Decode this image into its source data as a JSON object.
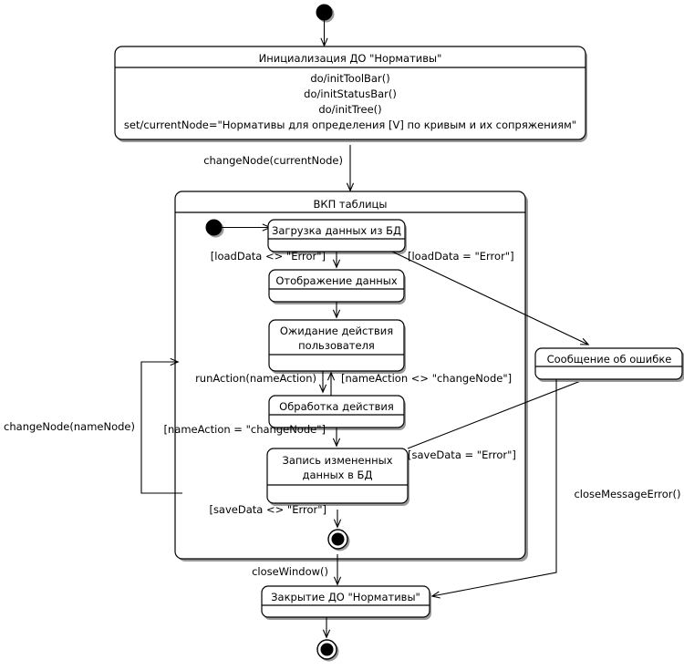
{
  "diagram": {
    "title": "UML State Machine Diagram",
    "type": "state-machine",
    "language": "ru",
    "colors": {
      "line": "#000000",
      "fill": "#ffffff",
      "shadow": "#9a9a9a",
      "background": "#ffffff"
    }
  },
  "states": {
    "init_start": {
      "kind": "initial-node",
      "label": ""
    },
    "initialization": {
      "kind": "state",
      "name": "Инициализация ДО \"Нормативы\"",
      "actions": [
        "do/initToolBar()",
        "do/initStatusBar()",
        "do/initTree()",
        "set/currentNode=\"Нормативы для определения [V] по кривым и их сопряжениям\""
      ]
    },
    "composite": {
      "kind": "composite-state",
      "name": "ВКП таблицы"
    },
    "sub_start": {
      "kind": "initial-node",
      "label": ""
    },
    "load_data": {
      "kind": "state",
      "name": "Загрузка данных из БД"
    },
    "show_data": {
      "kind": "state",
      "name": "Отображение данных"
    },
    "wait_user": {
      "kind": "state",
      "name": "Ожидание действия пользователя",
      "line1": "Ожидание действия",
      "line2": "пользователя"
    },
    "process_action": {
      "kind": "state",
      "name": "Обработка действия"
    },
    "save_data": {
      "kind": "state",
      "name": "Запись измененных данных в БД",
      "line1": "Запись измененных",
      "line2": "данных в БД"
    },
    "sub_final": {
      "kind": "final-node",
      "label": ""
    },
    "error_message": {
      "kind": "state",
      "name": "Сообщение об ошибке"
    },
    "close_do": {
      "kind": "state",
      "name": "Закрытие ДО \"Нормативы\""
    },
    "final": {
      "kind": "final-node",
      "label": ""
    }
  },
  "transitions": [
    {
      "id": "t1",
      "from": "init_start",
      "to": "initialization",
      "label": ""
    },
    {
      "id": "t2",
      "from": "initialization",
      "to": "composite",
      "label": "changeNode(currentNode)"
    },
    {
      "id": "t3",
      "from": "sub_start",
      "to": "load_data",
      "label": ""
    },
    {
      "id": "t4",
      "from": "load_data",
      "to": "show_data",
      "label": "[loadData <> \"Error\"]"
    },
    {
      "id": "t5",
      "from": "load_data",
      "to": "error_message",
      "label": "[loadData = \"Error\"]"
    },
    {
      "id": "t6",
      "from": "show_data",
      "to": "wait_user",
      "label": ""
    },
    {
      "id": "t7",
      "from": "wait_user",
      "to": "process_action",
      "label": "runAction(nameAction)"
    },
    {
      "id": "t8",
      "from": "process_action",
      "to": "wait_user",
      "label": "[nameAction <> \"changeNode\"]"
    },
    {
      "id": "t9",
      "from": "process_action",
      "to": "save_data",
      "label": "[nameAction = \"changeNode\"]"
    },
    {
      "id": "t10",
      "from": "save_data",
      "to": "error_message",
      "label": "[saveData = \"Error\"]"
    },
    {
      "id": "t11",
      "from": "save_data",
      "to": "sub_final",
      "label": "[saveData <> \"Error\"]"
    },
    {
      "id": "t12",
      "from": "composite",
      "to": "composite",
      "label": "changeNode(nameNode)"
    },
    {
      "id": "t13",
      "from": "composite",
      "to": "close_do",
      "label": "closeWindow()"
    },
    {
      "id": "t14",
      "from": "error_message",
      "to": "close_do",
      "label": "closeMessageError()"
    },
    {
      "id": "t15",
      "from": "close_do",
      "to": "final",
      "label": ""
    }
  ]
}
